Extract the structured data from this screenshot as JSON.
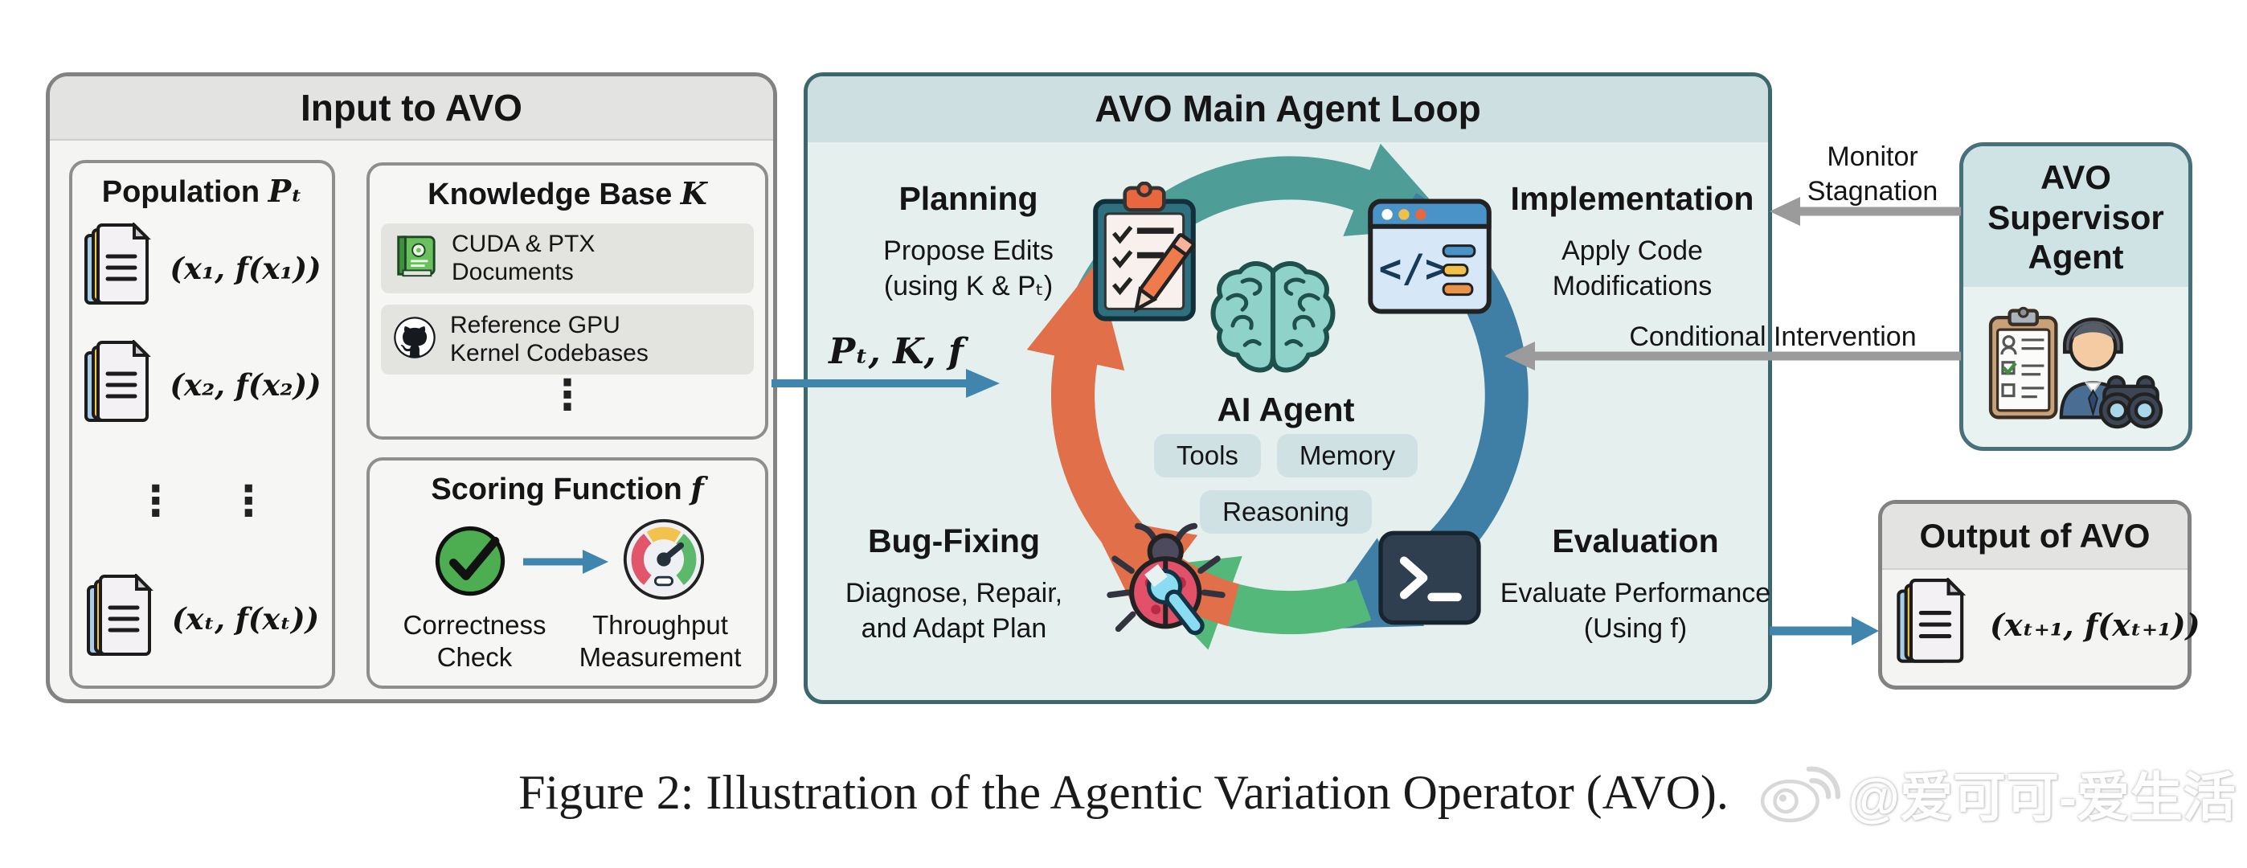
{
  "caption": "Figure 2: Illustration of the Agentic Variation Operator (AVO).",
  "watermark": "@爱可可-爱生活",
  "input_panel": {
    "title": "Input to AVO",
    "population": {
      "title": "Population",
      "symbol": "Pₜ",
      "ellipsis": "⋮",
      "items": [
        "(x₁, f(x₁))",
        "(x₂, f(x₂))",
        "(xₜ, f(xₜ))"
      ]
    },
    "knowledge_base": {
      "title": "Knowledge Base",
      "symbol": "K",
      "ellipsis": "⋮",
      "items": [
        {
          "icon": "cuda-ptx-book-icon",
          "label": "CUDA & PTX\nDocuments"
        },
        {
          "icon": "github-icon",
          "label": "Reference GPU\nKernel Codebases"
        }
      ]
    },
    "scoring_function": {
      "title": "Scoring Function",
      "symbol": "f",
      "steps": [
        {
          "icon": "correctness-check-icon",
          "label": "Correctness\nCheck"
        },
        {
          "icon": "throughput-gauge-icon",
          "label": "Throughput\nMeasurement"
        }
      ]
    }
  },
  "flow": {
    "input_arrow_label": "Pₜ, K, f",
    "monitor_label": "Monitor\nStagnation",
    "intervention_label": "Conditional Intervention"
  },
  "main_loop": {
    "title": "AVO Main Agent Loop",
    "agent": {
      "title": "AI Agent",
      "chips": [
        "Tools",
        "Memory",
        "Reasoning"
      ]
    },
    "stages": {
      "planning": {
        "title": "Planning",
        "subtitle": "Propose Edits\n(using K & Pₜ)"
      },
      "implementation": {
        "title": "Implementation",
        "subtitle": "Apply Code\nModifications"
      },
      "evaluation": {
        "title": "Evaluation",
        "subtitle": "Evaluate Performance\n(Using f)"
      },
      "bug_fixing": {
        "title": "Bug-Fixing",
        "subtitle": "Diagnose, Repair,\nand Adapt Plan"
      }
    }
  },
  "supervisor_panel": {
    "title": "AVO\nSupervisor\nAgent"
  },
  "output_panel": {
    "title": "Output of AVO",
    "item": "(xₜ₊₁, f(xₜ₊₁))"
  },
  "colors": {
    "arc_teal": "#4F9D97",
    "arc_blue": "#3F7FA6",
    "arc_green": "#55B87B",
    "arc_orange": "#E06F4A",
    "arrow_blue": "#3F85AD",
    "arrow_gray": "#9B9B9B",
    "teal_panel_border": "#3B676D",
    "teal_panel_header": "#CDDFE1",
    "teal_panel_body": "#E5F0EE",
    "gray_panel_border": "#828282",
    "gray_panel_header": "#E3E3E1",
    "gray_panel_body": "#F4F4F2",
    "chip_bg": "#CFE1E3"
  }
}
